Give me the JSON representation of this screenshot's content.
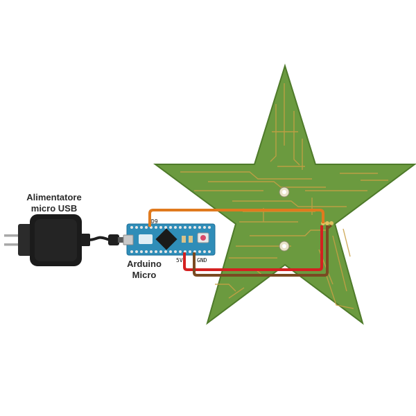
{
  "labels": {
    "power_supply": "Alimentatore\nmicro USB",
    "power_supply_line1": "Alimentatore",
    "power_supply_line2": "micro USB",
    "board_line1": "Arduino",
    "board_line2": "Micro"
  },
  "pins": {
    "data": "D9",
    "vcc": "5V",
    "ground": "GND"
  },
  "colors": {
    "pcb_green": "#6b9a3f",
    "pcb_outline": "#4e7a2a",
    "trace_gold": "#c9a046",
    "board_blue": "#2f8db8",
    "wire_data": "#e07a1e",
    "wire_vcc": "#d42020",
    "wire_ground": "#7a4a22",
    "psu_body": "#1b1b1b"
  }
}
